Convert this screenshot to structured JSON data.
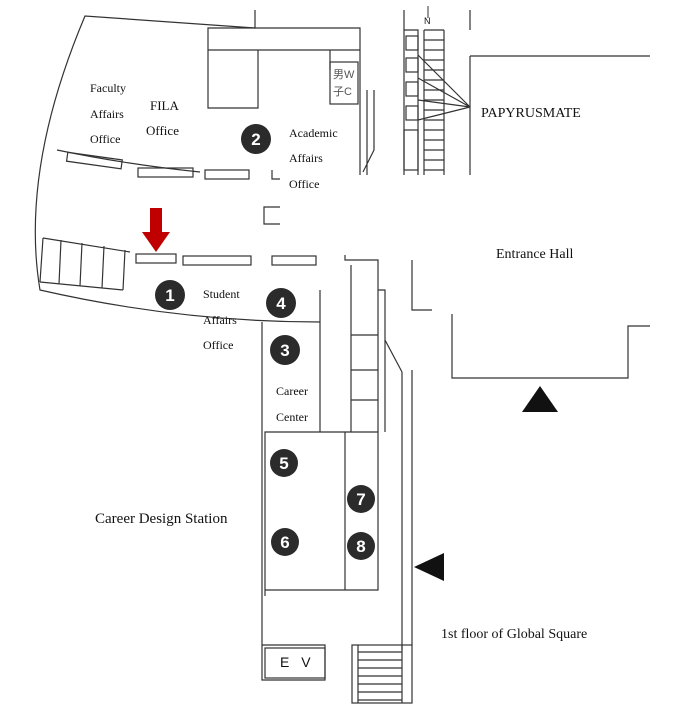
{
  "labels": {
    "faculty": [
      "Faculty",
      "Affairs",
      "Office"
    ],
    "fila": [
      "FILA",
      "Office"
    ],
    "academic": [
      "Academic",
      "Affairs",
      "Office"
    ],
    "student": [
      "Student",
      "Affairs",
      "Office"
    ],
    "career_center": [
      "Career",
      "Center"
    ],
    "papyrusmate": "PAPYRUSMATE",
    "entrance_hall": "Entrance Hall",
    "career_design_station": "Career Design Station",
    "global_square": "1st floor of Global Square",
    "elevator": "E V",
    "restroom": [
      "男W",
      "子C"
    ],
    "north": "N"
  },
  "badges": [
    "1",
    "2",
    "3",
    "4",
    "5",
    "6",
    "7",
    "8"
  ],
  "colors": {
    "line": "#333333",
    "badge": "#2b2b2b",
    "marker": "#c00000"
  },
  "icons": {
    "marker": "red-down-arrow-icon",
    "entrance": "black-triangle-icon",
    "north": "north-arrow-icon"
  }
}
